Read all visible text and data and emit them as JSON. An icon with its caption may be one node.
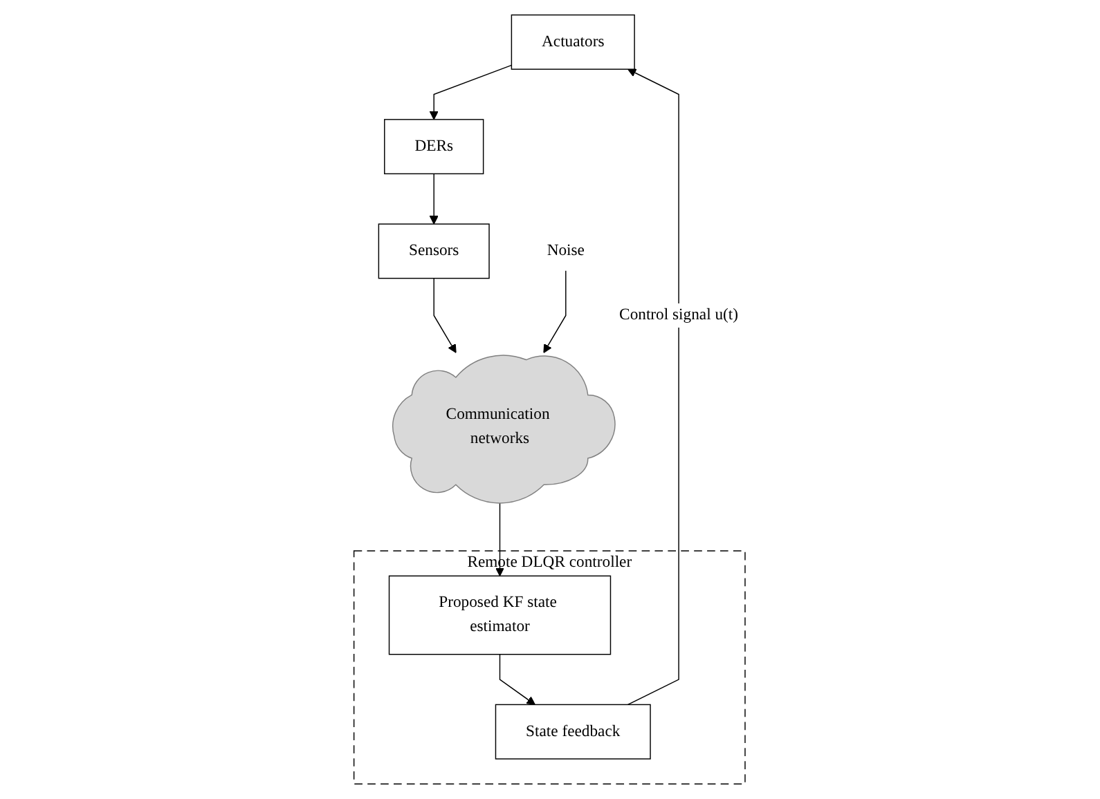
{
  "diagram": {
    "nodes": [
      {
        "text": [
          "Actuators"
        ]
      },
      {
        "text": [
          "DERs"
        ]
      },
      {
        "text": [
          "Sensors"
        ]
      },
      {
        "text": [
          "Communication networks"
        ]
      },
      {
        "text": [
          "Noise"
        ]
      },
      {
        "text": [
          "Remote DLQR controller"
        ]
      },
      {
        "text": [
          "State feedback"
        ],
        "in": 5
      },
      {
        "text": [
          "Proposed KF state estimator"
        ],
        "in": 5
      }
    ],
    "edges": [
      {
        "from": 0,
        "to": 1,
        "arrow": "to"
      },
      {
        "from": 1,
        "to": 2,
        "arrow": "to"
      },
      {
        "from": 2,
        "to": 3,
        "arrow": "to"
      },
      {
        "from": 4,
        "to": 3,
        "arrow": "to"
      },
      {
        "from": 3,
        "to": 7,
        "arrow": "to"
      },
      {
        "from": 7,
        "to": 6,
        "arrow": "to"
      },
      {
        "from": 6,
        "to": 0,
        "arrow": "to",
        "label": "Control signal u(t)"
      }
    ]
  }
}
